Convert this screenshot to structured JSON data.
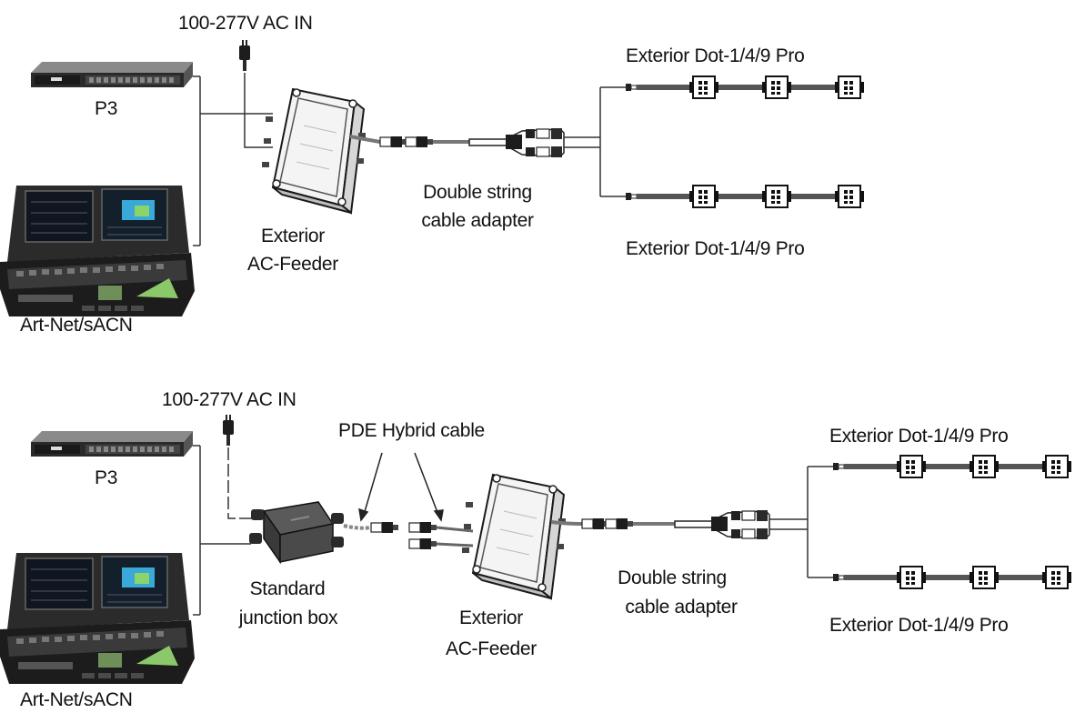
{
  "top": {
    "ac_in": "100-277V  AC  IN",
    "p3": "P3",
    "console": "Art-Net/sACN",
    "feeder_line1": "Exterior",
    "feeder_line2": "AC-Feeder",
    "adapter_line1": "Double string",
    "adapter_line2": "cable adapter",
    "dot_upper": "Exterior Dot-1/4/9 Pro",
    "dot_lower": "Exterior Dot-1/4/9 Pro"
  },
  "bottom": {
    "ac_in": "100-277V  AC  IN",
    "p3": "P3",
    "console": "Art-Net/sACN",
    "hybrid_cable": "PDE Hybrid cable",
    "junction_line1": "Standard",
    "junction_line2": "junction box",
    "feeder_line1": "Exterior",
    "feeder_line2": "AC-Feeder",
    "adapter_line1": "Double string",
    "adapter_line2": "cable adapter",
    "dot_upper": "Exterior Dot-1/4/9 Pro",
    "dot_lower": "Exterior Dot-1/4/9 Pro"
  }
}
